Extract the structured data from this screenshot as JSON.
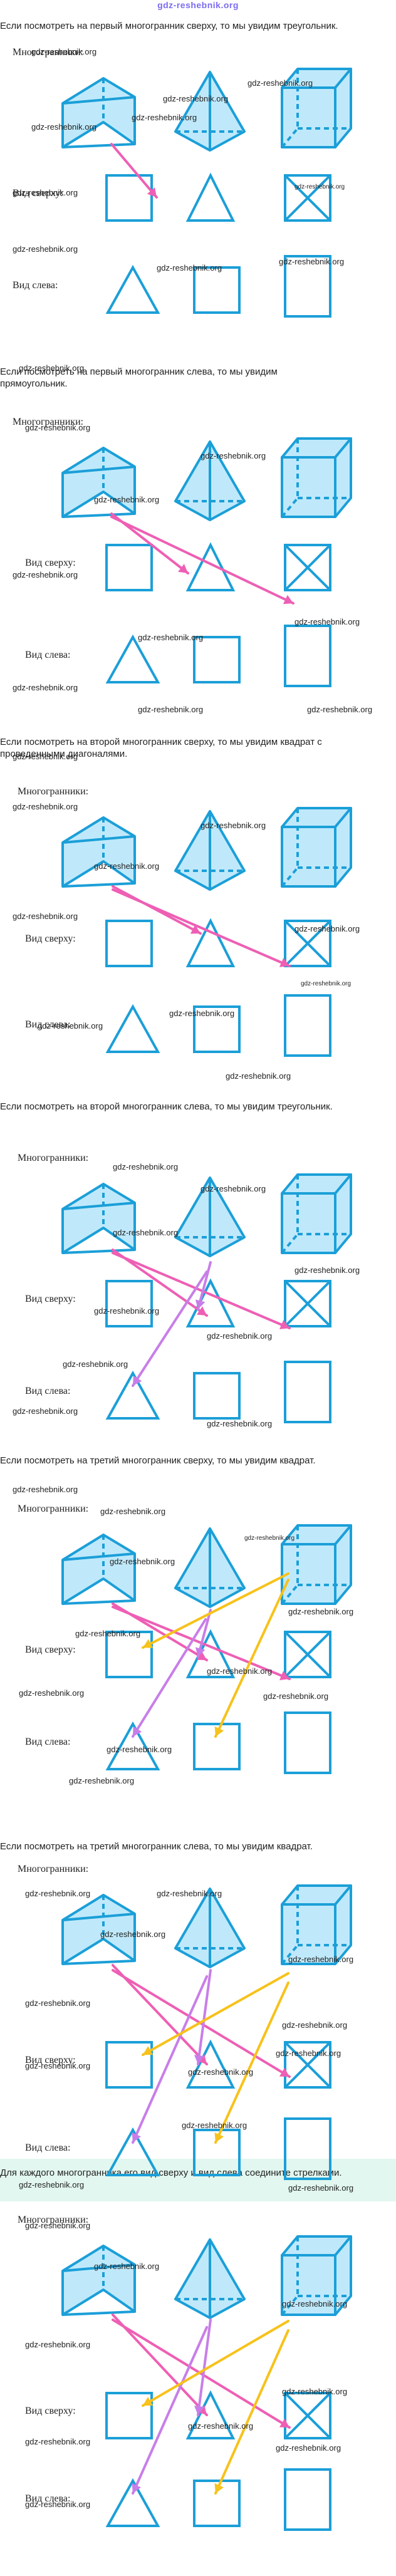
{
  "site": {
    "title": "gdz-reshebnik.org"
  },
  "watermark": "gdz-reshebnik.org",
  "labels": {
    "polyhedra": "Многогранники:",
    "top_view": "Вид сверху:",
    "left_view": "Вид слева:"
  },
  "colors": {
    "shape_stroke": "#1b9fd8",
    "shape_fill": "#bfe9fb",
    "pink_arrow": "#ee5fb4",
    "violet_arrow": "#c87ee8",
    "yellow_arrow": "#f7c21a",
    "highlight_bg": "#e2f7ef"
  },
  "captions": [
    "Если посмотреть на первый многогранник сверху, то мы увидим треугольник.",
    "Если посмотреть на первый многогранник слева, то мы увидим прямоугольник.",
    "Если посмотреть на второй многогранник сверху, то мы увидим квадрат с проведенными диагоналями.",
    "Если посмотреть на второй многогранник слева, то мы увидим треугольник.",
    "Если посмотреть на третий многогранник сверху, то мы увидим квадрат.",
    "Если посмотреть на третий многогранник слева, то мы увидим квадрат.",
    "Для каждого многогранника его вид сверху и вид слева соедините стрелками."
  ]
}
